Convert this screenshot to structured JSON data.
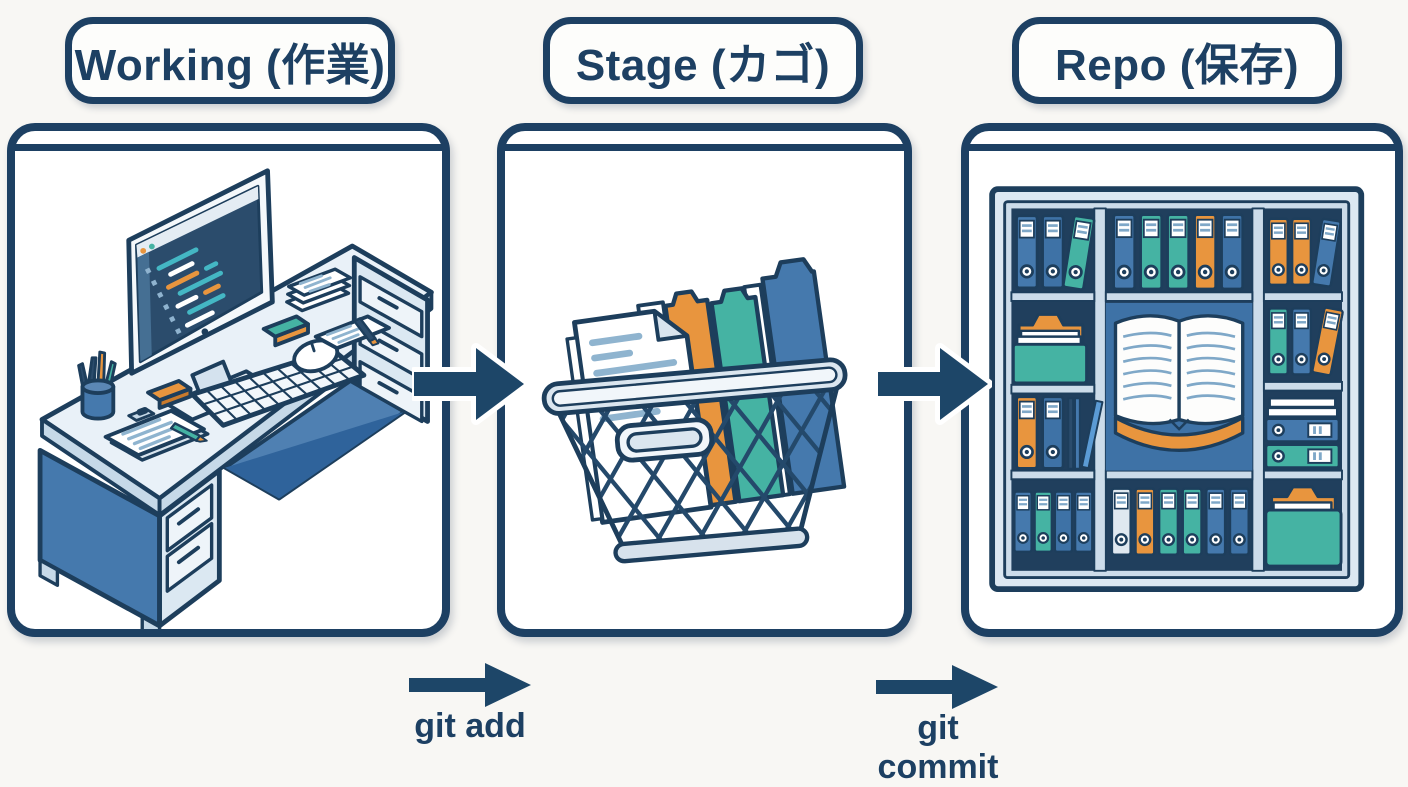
{
  "title": "Git workflow diagram",
  "colors": {
    "navy": "#1d4063",
    "blue": "#4579ad",
    "teal": "#45b3a3",
    "orange": "#e8953e",
    "background": "#f8f7f4",
    "panel_background": "#ffffff"
  },
  "panels": [
    {
      "id": "working",
      "title": "Working (作業)",
      "illustration": "desk-workstation-with-code-monitor"
    },
    {
      "id": "stage",
      "title": "Stage (カゴ)",
      "illustration": "wire-basket-with-documents-and-folders"
    },
    {
      "id": "repo",
      "title": "Repo (保存)",
      "illustration": "bookshelf-with-binders-and-open-book"
    }
  ],
  "transitions": [
    {
      "from": "working",
      "to": "stage",
      "label": "git add"
    },
    {
      "from": "stage",
      "to": "repo",
      "label": "git commit"
    }
  ]
}
